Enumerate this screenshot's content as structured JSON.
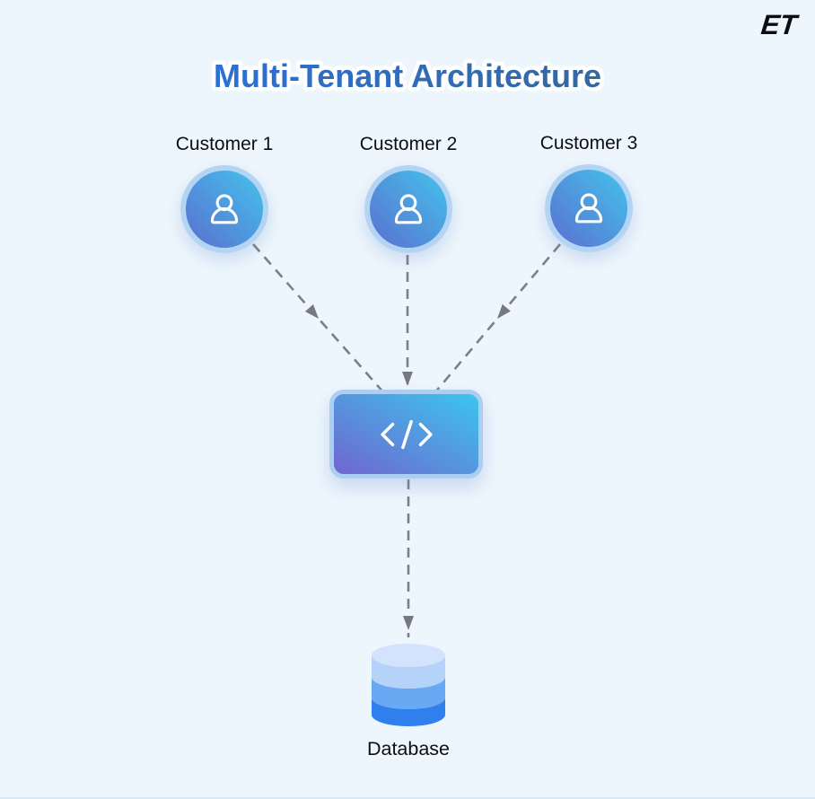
{
  "logo": {
    "text": "ET",
    "icon": "brand-logo"
  },
  "title": "Multi-Tenant Architecture",
  "customers": [
    {
      "label": "Customer 1",
      "icon": "user-icon"
    },
    {
      "label": "Customer 2",
      "icon": "user-icon"
    },
    {
      "label": "Customer 3",
      "icon": "user-icon"
    }
  ],
  "app_node": {
    "icon": "code-icon",
    "glyph": "</>"
  },
  "database": {
    "label": "Database",
    "icon": "database-icon"
  },
  "connections": [
    {
      "from": "customer-1",
      "to": "app",
      "style": "dashed-arrow"
    },
    {
      "from": "customer-2",
      "to": "app",
      "style": "dashed-arrow"
    },
    {
      "from": "customer-3",
      "to": "app",
      "style": "dashed-arrow"
    },
    {
      "from": "app",
      "to": "database",
      "style": "dashed-arrow"
    }
  ],
  "colors": {
    "background": "#eef6fd",
    "title_gradient_start": "#2c70d5",
    "title_gradient_end": "#35689e",
    "node_gradient_cyan": "#44c3eb",
    "node_gradient_indigo": "#5a6fd0",
    "node_ring": "#b3d5f3",
    "arrow_gray": "#7b7f87",
    "db_top": "#d2e3fb",
    "db_band_light": "#b5d2f8",
    "db_band_mid": "#69a8f2",
    "db_band_dark": "#2f80ee"
  }
}
